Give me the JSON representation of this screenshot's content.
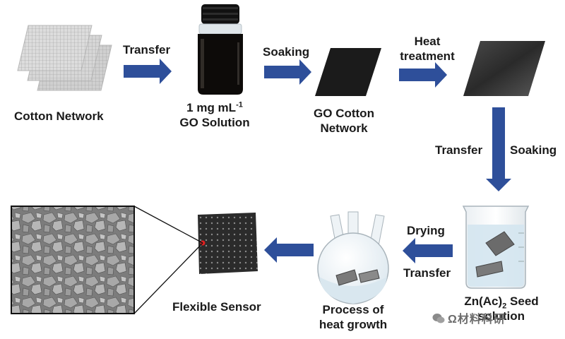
{
  "steps": {
    "cotton_network": "Cotton Network",
    "go_solution_line1": "1 mg mL",
    "go_solution_sup": "-1",
    "go_solution_line2": "GO Solution",
    "go_cotton_line1": "GO Cotton",
    "go_cotton_line2": "Network",
    "seed_line1_a": "Zn(Ac)",
    "seed_line1_sub": "2",
    "seed_line1_b": " Seed",
    "seed_line2": "solution",
    "process_line1": "Process of",
    "process_line2": "heat growth",
    "flexible_sensor": "Flexible Sensor"
  },
  "arrows": {
    "transfer_1": "Transfer",
    "soaking_1": "Soaking",
    "heat_line1": "Heat",
    "heat_line2": "treatment",
    "transfer_2": "Transfer",
    "soaking_2": "Soaking",
    "drying": "Drying",
    "transfer_3": "Transfer"
  },
  "watermark": "Ω材料科研",
  "colors": {
    "arrow": "#2e4f9a",
    "sheet": "#1c1c1c",
    "cotton": "#bdbdbd",
    "liquid": "#cfe3ef"
  }
}
